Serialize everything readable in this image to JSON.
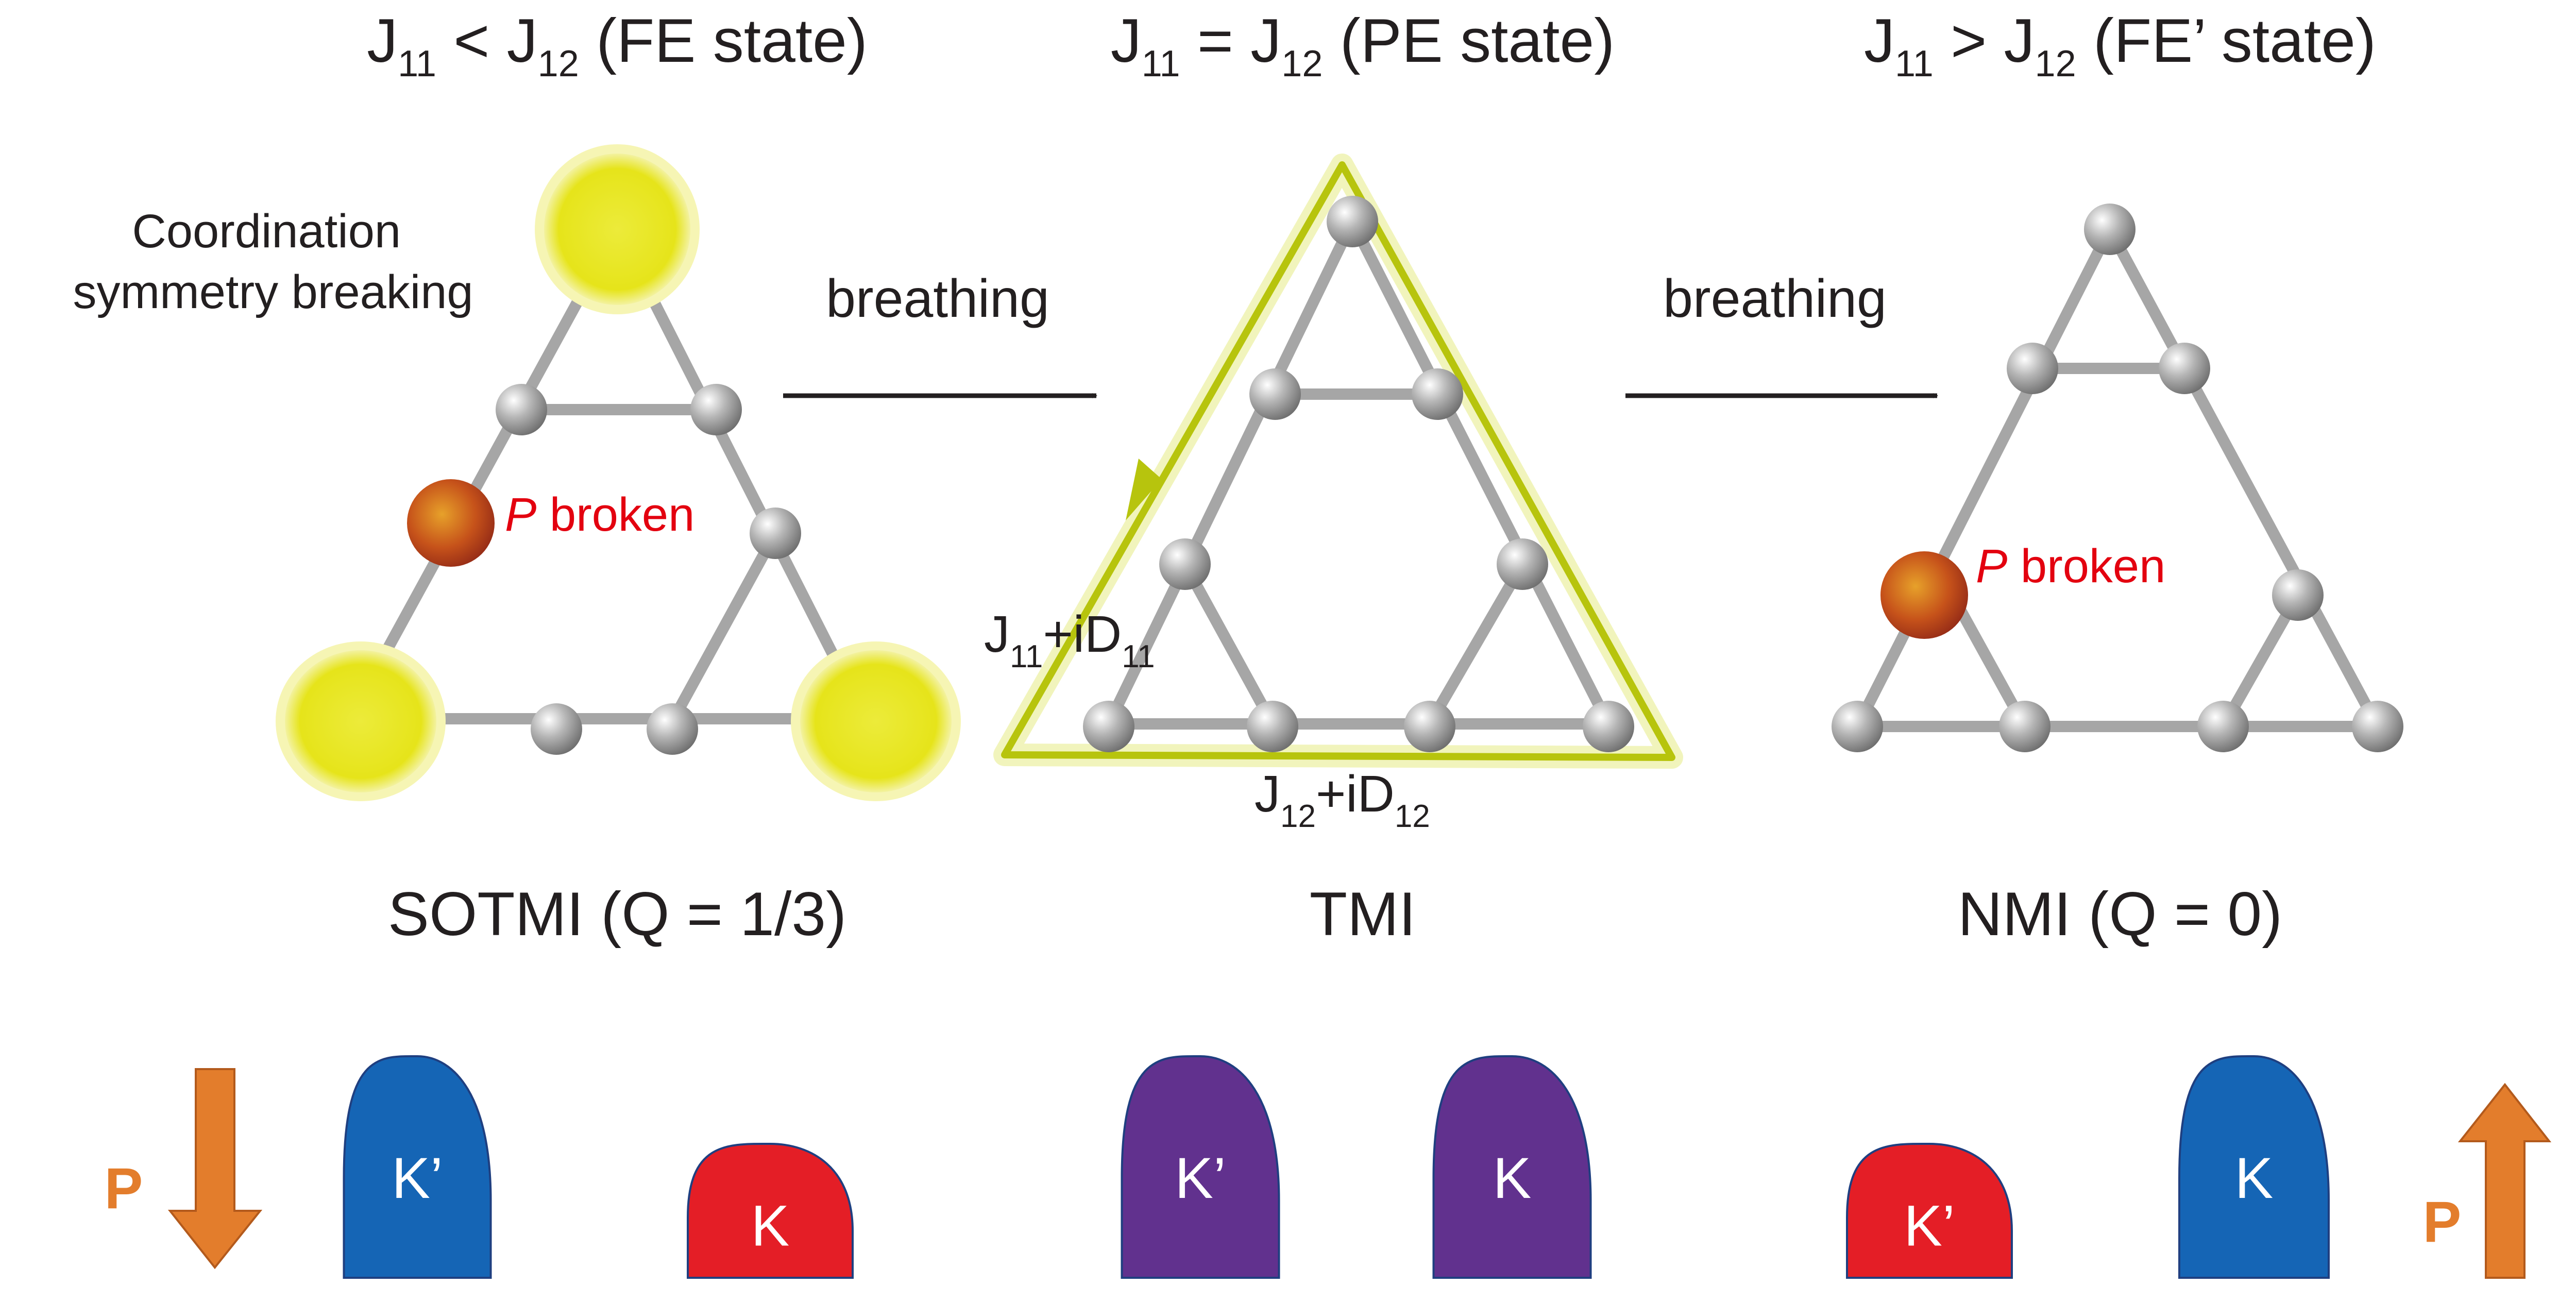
{
  "headers": {
    "left": {
      "j1": "J",
      "s1": "11",
      "op": " < ",
      "j2": "J",
      "s2": "12",
      "state": " (FE state)"
    },
    "middle": {
      "j1": "J",
      "s1": "11",
      "op": " = ",
      "j2": "J",
      "s2": "12",
      "state": " (PE state)"
    },
    "right": {
      "j1": "J",
      "s1": "11",
      "op": " > ",
      "j2": "J",
      "s2": "12",
      "state": " (FE’ state)"
    }
  },
  "annotations": {
    "coordination_line1": "Coordination",
    "coordination_line2": "symmetry breaking",
    "p_italic": "P",
    "broken": " broken"
  },
  "arrows": {
    "left_label": "breathing",
    "right_label": "breathing"
  },
  "loop_labels": {
    "j11": {
      "j": "J",
      "s": "11",
      "mid": "+iD",
      "s2": "11"
    },
    "j12": {
      "j": "J",
      "s": "12",
      "mid": "+iD",
      "s2": "12"
    }
  },
  "phases": {
    "left": "SOTMI (Q = 1/3)",
    "middle": "TMI",
    "right": "NMI (Q = 0)"
  },
  "valleys": {
    "left": [
      {
        "label": "K’",
        "height": "large",
        "color": "#1565b5"
      },
      {
        "label": "K",
        "height": "small",
        "color": "#e41e26"
      }
    ],
    "middle": [
      {
        "label": "K’",
        "height": "large",
        "color": "#61318e"
      },
      {
        "label": "K",
        "height": "large",
        "color": "#61318e"
      }
    ],
    "right": [
      {
        "label": "K’",
        "height": "small",
        "color": "#e41e26"
      },
      {
        "label": "K",
        "height": "large",
        "color": "#1565b5"
      }
    ]
  },
  "polarization": {
    "left_label": "P",
    "left_dir": "down",
    "right_label": "P",
    "right_dir": "up",
    "color": "#e37d2c"
  },
  "colors": {
    "bond": "#a6a6a6",
    "atom": "#a9a9a9",
    "corner_glow": "#ecea13",
    "edge_loop": "#b7c40d",
    "broken_atom": "#b0361a"
  }
}
